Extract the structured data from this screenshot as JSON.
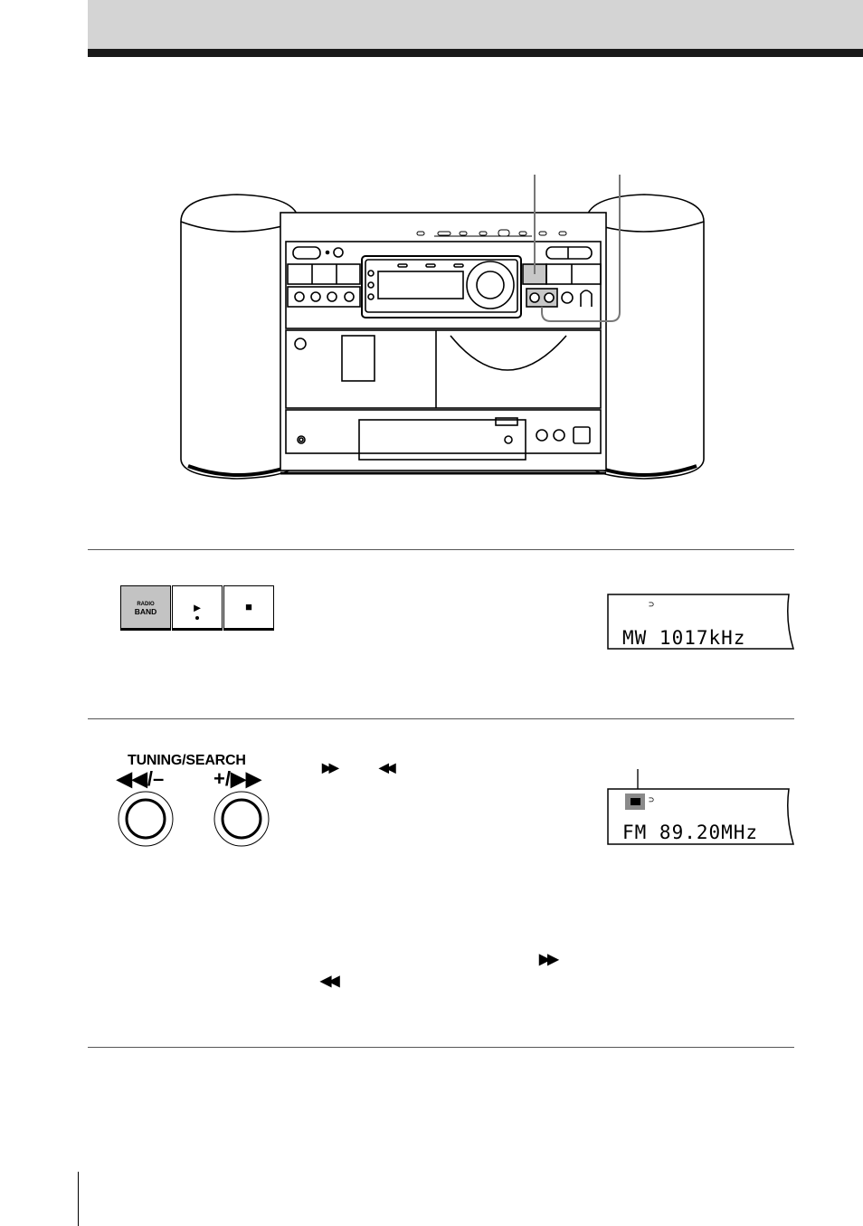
{
  "diagram": {
    "name": "stereo-system-front-panel"
  },
  "step1": {
    "buttons": {
      "radio_band_top": "RADIO",
      "radio_band_bottom": "BAND",
      "play_symbol": "►",
      "stop_symbol": "■"
    },
    "display": {
      "indicator": "⊃",
      "text": "MW 1017kHz"
    }
  },
  "step2": {
    "tuning": {
      "title": "TUNING/SEARCH",
      "left_symbol": "◀◀/–",
      "right_symbol": "+/▶▶"
    },
    "inline_symbols": {
      "ff": "▶▶",
      "or_rew": "◀◀"
    },
    "display": {
      "indicator": "⊃",
      "text": "FM 89.20MHz"
    },
    "note_symbols": {
      "ff": "▶▶",
      "rew": "◀◀"
    }
  }
}
